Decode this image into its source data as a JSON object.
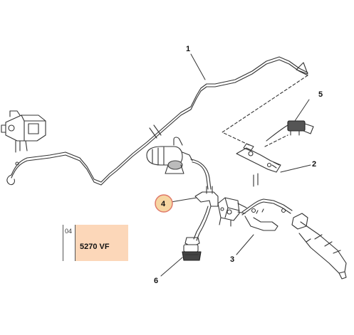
{
  "callouts": {
    "c1": "1",
    "c2": "2",
    "c3": "3",
    "c4": "4",
    "c5": "5",
    "c6": "6"
  },
  "reference_box": {
    "code": "04",
    "part_number": "5270 VF"
  },
  "colors": {
    "line": "#333333",
    "highlight_fill": "#f6d6a2",
    "highlight_ring": "#e07a6a",
    "ref_fill": "#fcd7b9"
  }
}
